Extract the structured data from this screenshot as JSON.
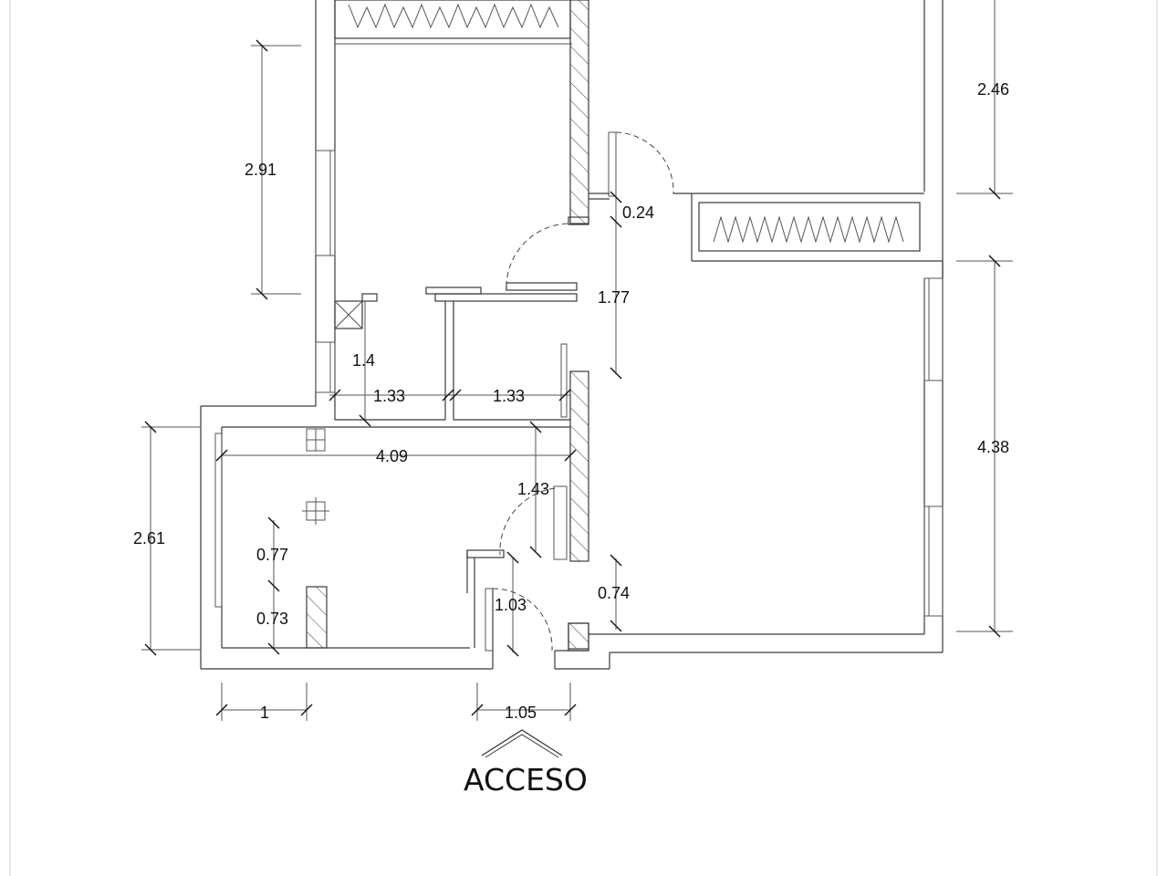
{
  "plan": {
    "access_label": "ACCESO",
    "dimensions": {
      "d_246": "2.46",
      "d_291": "2.91",
      "d_024": "0.24",
      "d_177": "1.77",
      "d_14": "1.4",
      "d_133_left": "1.33",
      "d_133_right": "1.33",
      "d_409": "4.09",
      "d_438": "4.38",
      "d_143": "1.43",
      "d_261": "2.61",
      "d_077": "0.77",
      "d_073": "0.73",
      "d_103": "1.03",
      "d_074": "0.74",
      "d_1": "1",
      "d_105": "1.05"
    }
  }
}
